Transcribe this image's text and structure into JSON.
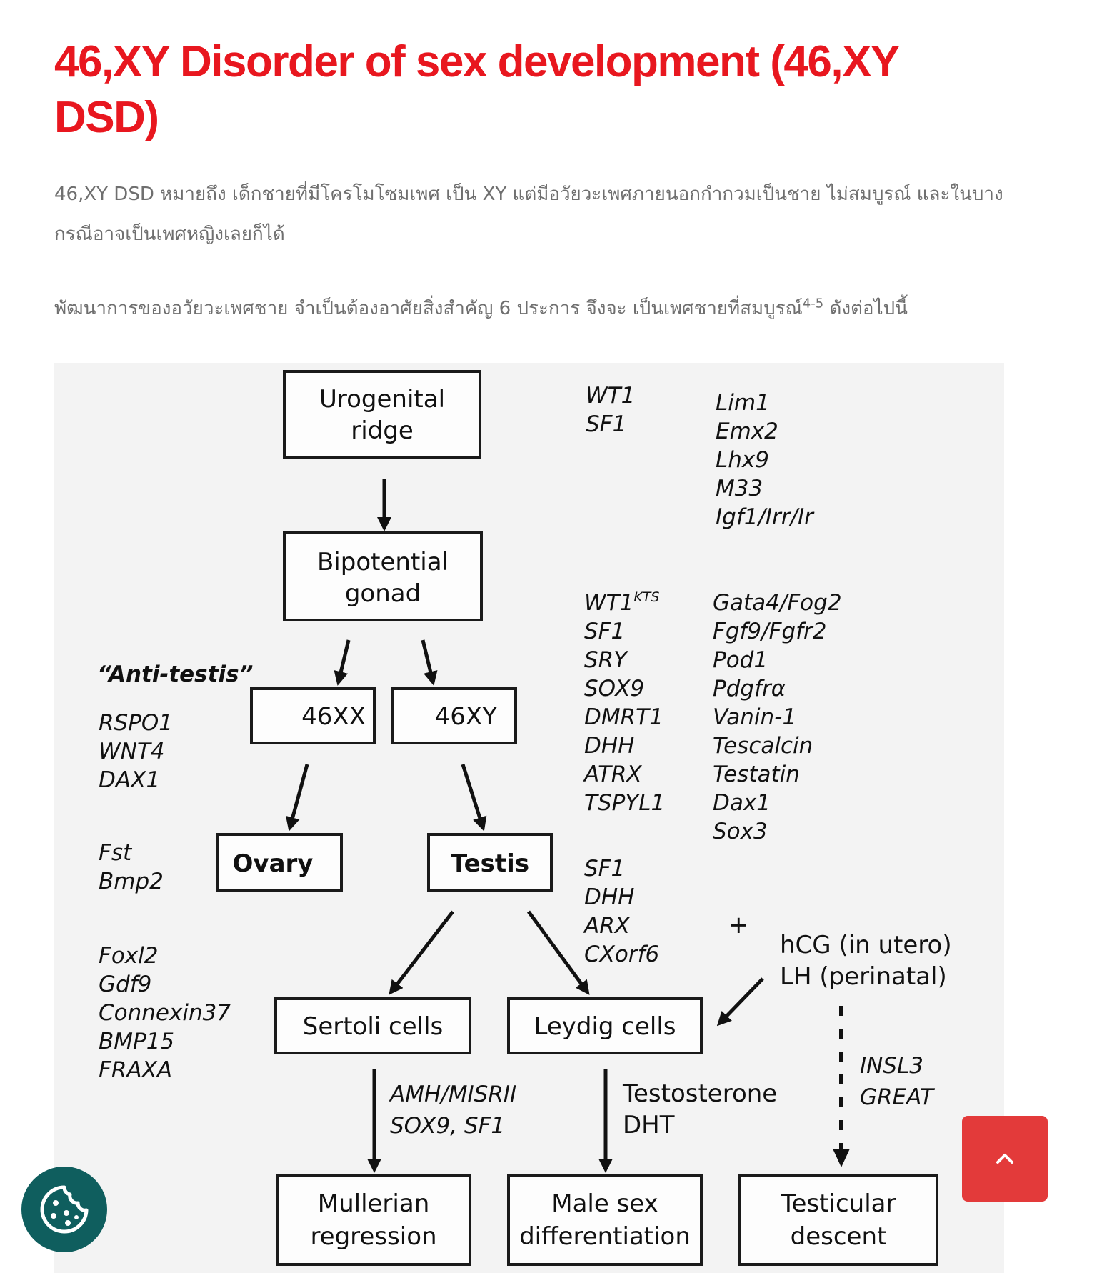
{
  "article": {
    "title": "46,XY Disorder of sex development (46,XY DSD)",
    "paragraph1": "46,XY DSD หมายถึง เด็กชายที่มีโครโมโซมเพศ เป็น XY แต่มีอวัยวะเพศภายนอกกำกวมเป็นชาย ไม่สมบูรณ์ และในบางกรณีอาจเป็นเพศหญิงเลยก็ได้",
    "paragraph2_before": "พัฒนาการของอวัยวะเพศชาย จำเป็นต้องอาศัยสิ่งสำคัญ 6 ประการ  จึงจะ เป็นเพศชายที่สมบูรณ์",
    "paragraph2_ref": "4-5",
    "paragraph2_after": " ดังต่อไปนี้"
  },
  "figure": {
    "boxes": {
      "urogenital_l1": "Urogenital",
      "urogenital_l2": "ridge",
      "bipotential_l1": "Bipotential",
      "bipotential_l2": "gonad",
      "xx": "46XX",
      "xy": "46XY",
      "ovary": "Ovary",
      "testis": "Testis",
      "sertoli": "Sertoli cells",
      "leydig": "Leydig cells",
      "mullerian_l1": "Mullerian",
      "mullerian_l2": "regression",
      "male_l1": "Male sex",
      "male_l2": "differentiation",
      "testicular_l1": "Testicular",
      "testicular_l2": "descent"
    },
    "anti_testis_label": "“Anti-testis”",
    "genes": {
      "ridge_a": [
        "WT1",
        "SF1"
      ],
      "ridge_b": [
        "Lim1",
        "Emx2",
        "Lhx9",
        "M33",
        "Igf1/Irr/Ir"
      ],
      "bipotential_a_first": "WT1",
      "bipotential_a_sup": "KTS",
      "bipotential_a": [
        "SF1",
        "SRY",
        "SOX9",
        "DMRT1",
        "DHH",
        "ATRX",
        "TSPYL1"
      ],
      "bipotential_b": [
        "Gata4/Fog2",
        "Fgf9/Fgfr2",
        "Pod1",
        "Pdgfrα",
        "Vanin-1",
        "Tescalcin",
        "Testatin",
        "Dax1",
        "Sox3"
      ],
      "anti_testis": [
        "RSPO1",
        "WNT4",
        "DAX1"
      ],
      "ovary": [
        "Fst",
        "Bmp2"
      ],
      "ovary_lower": [
        "Foxl2",
        "Gdf9",
        "Connexin37",
        "BMP15",
        "FRAXA"
      ],
      "testis": [
        "SF1",
        "DHH",
        "ARX",
        "CXorf6"
      ],
      "sertoli_out": [
        "AMH/MISRII",
        "SOX9, SF1"
      ],
      "leydig_out": [
        "INSL3",
        "GREAT"
      ]
    },
    "hormones": {
      "hcg": "hCG (in utero)",
      "lh": "LH (perinatal)",
      "plus": "+",
      "testosterone": "Testosterone",
      "dht": "DHT"
    }
  },
  "buttons": {
    "scroll_top_icon": "chevron-up-icon",
    "cookie_icon": "cookie-icon"
  },
  "colors": {
    "title": "#e8171f",
    "body_text": "#6f6f6f",
    "scroll_top_bg": "#e33a3a",
    "cookie_bg": "#0f5e5e"
  }
}
